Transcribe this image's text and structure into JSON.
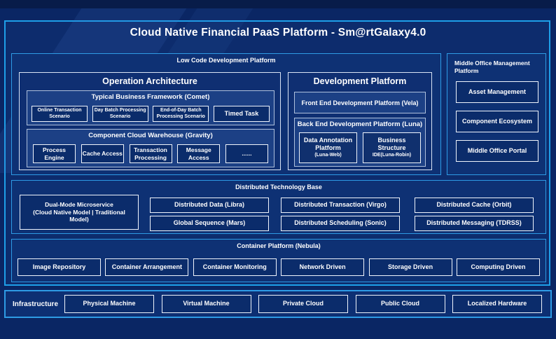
{
  "title": "Cloud Native Financial PaaS Platform - Sm@rtGalaxy4.0",
  "colors": {
    "background": "#0A2664",
    "frame_accent": "#1E9FE8",
    "section_border": "#2E9BE5",
    "panel_border": "#D9E4F4",
    "leaf_border": "#EFF4FC",
    "subpanel_fill": "#1C4085",
    "leaf_fill": "#0B2C6B",
    "text": "#FFFFFF"
  },
  "low_code_platform": {
    "label": "Low Code Development Platform",
    "operation_architecture": {
      "title": "Operation Architecture",
      "comet": {
        "label": "Typical Business Framework (Comet)",
        "items": [
          "Online Transaction Scenario",
          "Day Batch Processing Scenario",
          "End-of-Day Batch Processing Scenario",
          "Timed Task"
        ]
      },
      "gravity": {
        "label": "Component Cloud Warehouse (Gravity)",
        "items": [
          "Process Engine",
          "Cache Access",
          "Transaction Processing",
          "Message Access",
          "......"
        ]
      }
    },
    "development_platform": {
      "title": "Development Platform",
      "front_end_label": "Front End Development Platform (Vela)",
      "back_end": {
        "label": "Back End Development Platform (Luna)",
        "items": [
          {
            "name": "Data Annotation Platform",
            "sub": "(Luna-Web)"
          },
          {
            "name": "Business Structure",
            "sub": "IDE(Luna-Robin)"
          }
        ]
      }
    }
  },
  "middle_office": {
    "label": "Middle Office Management Platform",
    "items": [
      "Asset Management",
      "Component Ecosystem",
      "Middle Office Portal"
    ]
  },
  "distributed_base": {
    "label": "Distributed Technology Base",
    "dual_mode": {
      "line1": "Dual-Mode Microservice",
      "line2": "(Cloud Native Model | Traditional Model)"
    },
    "columns": [
      [
        "Distributed Data (Libra)",
        "Global Sequence (Mars)"
      ],
      [
        "Distributed Transaction (Virgo)",
        "Distributed Scheduling (Sonic)"
      ],
      [
        "Distributed Cache (Orbit)",
        "Distributed Messaging (TDRSS)"
      ]
    ]
  },
  "container_platform": {
    "label": "Container Platform (Nebula)",
    "items": [
      "Image Repository",
      "Container Arrangement",
      "Container Monitoring",
      "Network Driven",
      "Storage Driven",
      "Computing Driven"
    ]
  },
  "infrastructure": {
    "label": "Infrastructure",
    "items": [
      "Physical Machine",
      "Virtual Machine",
      "Private Cloud",
      "Public Cloud",
      "Localized Hardware"
    ]
  }
}
